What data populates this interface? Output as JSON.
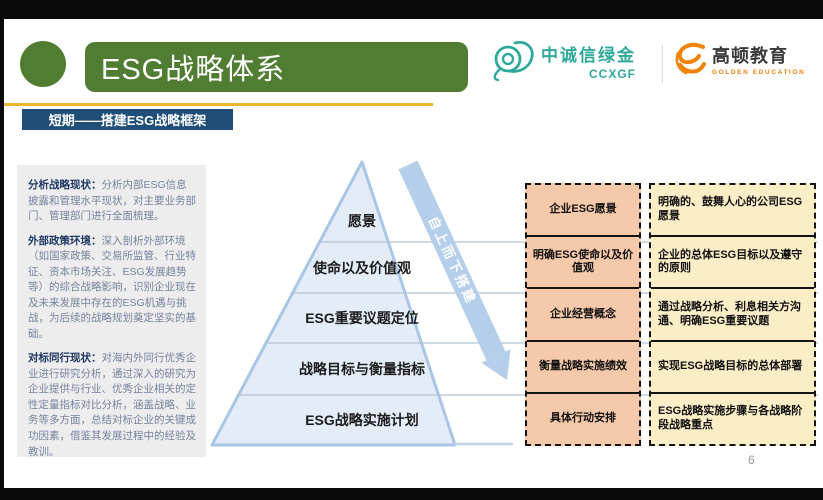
{
  "slide": {
    "title": "ESG战略体系",
    "badge": "短期——搭建ESG战略框架",
    "page_number": "6"
  },
  "logos": {
    "ccxgf": {
      "name": "中诚信绿金",
      "sub": "CCXGF"
    },
    "gaodun": {
      "name": "高顿教育",
      "sub": "GOLDEN EDUCATION"
    }
  },
  "left_panel": {
    "paragraphs": [
      {
        "lead": "分析战略现状：",
        "body": "分析内部ESG信息披露和管理水平现状，对主要业务部门、管理部门进行全面梳理。"
      },
      {
        "lead": "外部政策环境：",
        "body": "深入剖析外部环境（如国家政策、交易所监管、行业特征、资本市场关注、ESG发展趋势等）的综合战略影响，识别企业现在及未来发展中存在的ESG机遇与挑战，为后续的战略规划奠定坚实的基础。"
      },
      {
        "lead": "对标同行现状：",
        "body": "对海内外同行优秀企业进行研究分析，通过深入的研究为企业提供与行业、优秀企业相关的定性定量指标对比分析，涵盖战略、业务等多方面，总结对标企业的关键成功因素，借鉴其发展过程中的经验及教训。"
      }
    ]
  },
  "pyramid": {
    "levels": [
      "愿景",
      "使命以及价值观",
      "ESG重要议题定位",
      "战略目标与衡量指标",
      "ESG战略实施计划"
    ],
    "arrow_label": "自上而下搭建"
  },
  "boxes": {
    "column1": [
      "企业ESG愿景",
      "明确ESG使命以及价值观",
      "企业经营概念",
      "衡量战略实施绩效",
      "具体行动安排"
    ],
    "column2": [
      "明确的、鼓舞人心的公司ESG愿景",
      "企业的总体ESG目标以及遵守的原则",
      "通过战略分析、利息相关方沟通、明确ESG重要议题",
      "实现ESG战略目标的总体部署",
      "ESG战略实施步骤与各战略阶段战略重点"
    ]
  },
  "colors": {
    "header_green": "#507d32",
    "accent_yellow": "#eeb62c",
    "badge_navy": "#1f4e79",
    "panel_gray": "#ededed",
    "panel_heading": "#1f3864",
    "panel_body": "#76839f",
    "pyramid_fill": "#e4edf7",
    "pyramid_border": "#a9c6e5",
    "arrow_blue": "#b5cee9",
    "box_salmon": "#f5c9a9",
    "box_cream": "#fbeec7",
    "ccxgf_teal": "#2fa99b",
    "gaodun_orange": "#f0830a"
  }
}
